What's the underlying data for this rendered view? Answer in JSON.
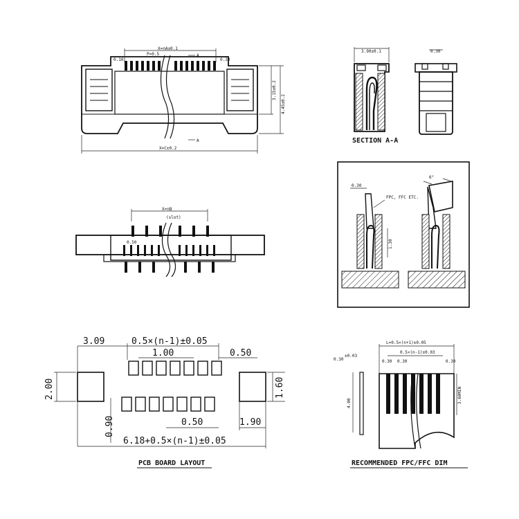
{
  "colors": {
    "ink": "#111111",
    "paper": "#ffffff",
    "shade": "#6a6a6a"
  },
  "top_view": {
    "dim_top": "X=nA±0.1",
    "dim_pitch": "P=0.5",
    "dim_left_small": "0.10",
    "dim_right_small": "0.30",
    "dim_height_inner": "3.15±0.2",
    "dim_height_outer": "4.45±0.2",
    "dim_bottom": "X=C±0.2",
    "section_mark_top": "A",
    "section_mark_bottom": "A"
  },
  "bottom_view": {
    "dim_top": "X=nB",
    "dim_top_sub": "(slot)",
    "dim_small": "0.50"
  },
  "section_view": {
    "dim_width": "3.90±0.1",
    "caption": "SECTION A-A"
  },
  "side_view": {
    "dim_top": "0.30"
  },
  "detail_box": {
    "left_dim": "0.30",
    "fpc_label": "FPC, FFC ETC.",
    "height_dim": "1.30",
    "angle": "6°"
  },
  "pcb_layout": {
    "dim_3_09": "3.09",
    "dim_span": "0.5×(n-1)±0.05",
    "dim_1_00": "1.00",
    "dim_0_50_top": "0.50",
    "dim_2_00": "2.00",
    "dim_1_60": "1.60",
    "dim_0_90": "0.90",
    "dim_0_50_bottom": "0.50",
    "dim_1_90": "1.90",
    "dim_total": "6.18+0.5×(n-1)±0.05",
    "caption": "PCB BOARD LAYOUT"
  },
  "fpc_dim": {
    "dim_total": "L=0.5×(n+1)±0.05",
    "dim_pitch_span": "0.5×(n-1)±0.03",
    "dim_small_left": "0.30",
    "dim_small_right": "0.30",
    "dim_pad_w": "0.30",
    "dim_thickness": "0.30",
    "dim_thickness_sub": "±0.03",
    "dim_length": "4.00",
    "dim_height": "3.60MIN",
    "caption": "RECOMMENDED FPC/FFC DIM"
  }
}
